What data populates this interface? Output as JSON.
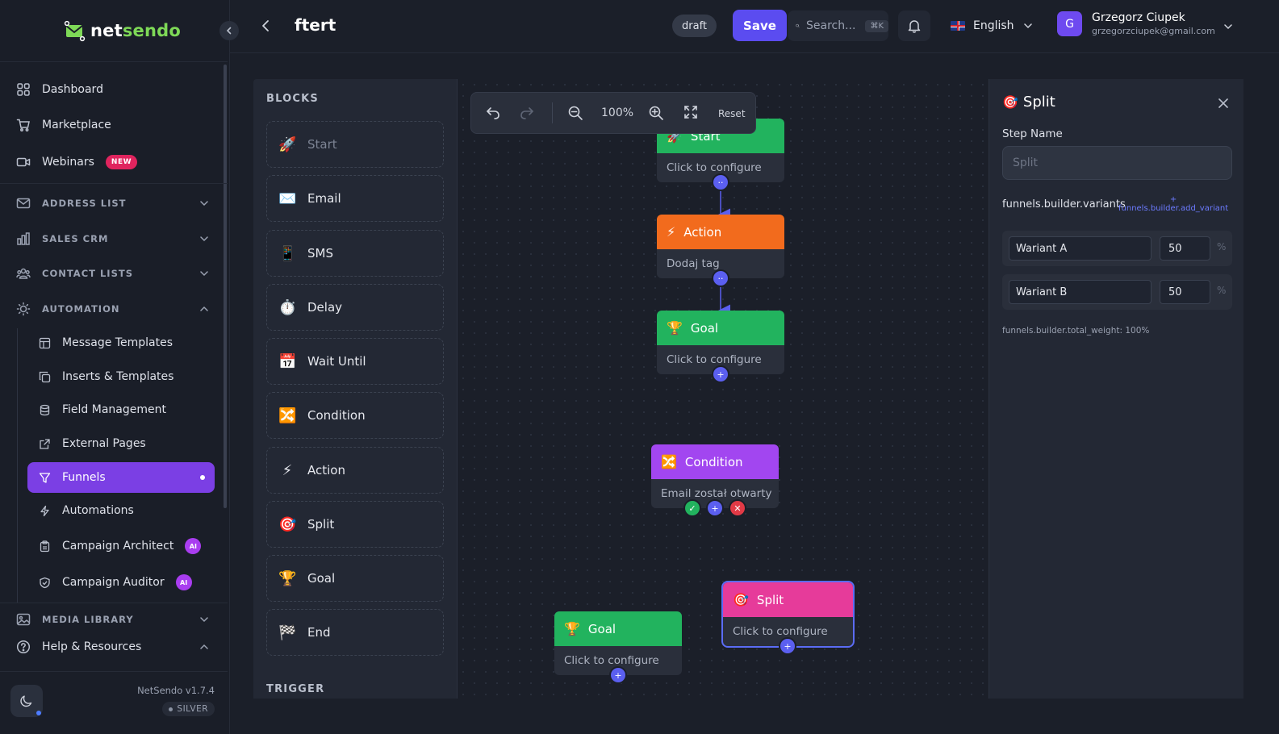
{
  "brand": {
    "name_part1": "net",
    "name_part2": "sendo"
  },
  "sidebar": {
    "items": {
      "dashboard": "Dashboard",
      "marketplace": "Marketplace",
      "webinars": "Webinars",
      "webinars_badge": "NEW",
      "help": "Help & Resources"
    },
    "sections": {
      "address_list": "ADDRESS LIST",
      "sales_crm": "SALES CRM",
      "contact_lists": "CONTACT LISTS",
      "automation": "AUTOMATION",
      "media_library": "MEDIA LIBRARY"
    },
    "automation_items": [
      {
        "label": "Message Templates"
      },
      {
        "label": "Inserts & Templates"
      },
      {
        "label": "Field Management"
      },
      {
        "label": "External Pages"
      },
      {
        "label": "Funnels"
      },
      {
        "label": "Automations"
      },
      {
        "label": "Campaign Architect",
        "badge": "AI"
      },
      {
        "label": "Campaign Auditor",
        "badge": "AI"
      }
    ],
    "version": "NetSendo v1.7.4",
    "tier": "SILVER"
  },
  "topbar": {
    "title": "ftert",
    "status": "draft",
    "save_label": "Save",
    "search_placeholder": "Search...",
    "search_shortcut": "⌘K",
    "language": "English",
    "user_initial": "G",
    "user_name": "Grzegorz Ciupek",
    "user_email": "grzegorzciupek@gmail.com"
  },
  "blocks_panel": {
    "title": "BLOCKS",
    "items": [
      {
        "icon": "🚀",
        "label": "Start"
      },
      {
        "icon": "✉️",
        "label": "Email"
      },
      {
        "icon": "📱",
        "label": "SMS"
      },
      {
        "icon": "⏱️",
        "label": "Delay"
      },
      {
        "icon": "📅",
        "label": "Wait Until"
      },
      {
        "icon": "🔀",
        "label": "Condition"
      },
      {
        "icon": "⚡",
        "label": "Action"
      },
      {
        "icon": "🎯",
        "label": "Split"
      },
      {
        "icon": "🏆",
        "label": "Goal"
      },
      {
        "icon": "🏁",
        "label": "End"
      }
    ],
    "trigger_title": "TRIGGER"
  },
  "canvas": {
    "zoom": "100%",
    "reset_label": "Reset",
    "nodes": {
      "start": {
        "icon": "🚀",
        "title": "Start",
        "body": "Click to configure",
        "color": "#22b35e"
      },
      "action": {
        "icon": "⚡",
        "title": "Action",
        "body": "Dodaj tag",
        "color": "#f26b1d"
      },
      "goal1": {
        "icon": "🏆",
        "title": "Goal",
        "body": "Click to configure",
        "color": "#22b35e"
      },
      "condition": {
        "icon": "🔀",
        "title": "Condition",
        "body": "Email został otwarty",
        "color": "#a246f0"
      },
      "split": {
        "icon": "🎯",
        "title": "Split",
        "body": "Click to configure",
        "color": "#e63b9a"
      },
      "goal2": {
        "icon": "🏆",
        "title": "Goal",
        "body": "Click to configure",
        "color": "#22b35e"
      }
    },
    "port_labels": {
      "more": "··",
      "add": "+",
      "yes": "✓",
      "no": "✕"
    }
  },
  "settings_panel": {
    "icon": "🎯",
    "title": "Split",
    "step_name_label": "Step Name",
    "step_name_placeholder": "Split",
    "variants_label": "funnels.builder.variants",
    "add_variant_plus": "+",
    "add_variant_label": "funnels.builder.add_variant",
    "variants": [
      {
        "name": "Wariant A",
        "weight": "50"
      },
      {
        "name": "Wariant B",
        "weight": "50"
      }
    ],
    "percent_sign": "%",
    "total_weight": "funnels.builder.total_weight: 100%"
  }
}
